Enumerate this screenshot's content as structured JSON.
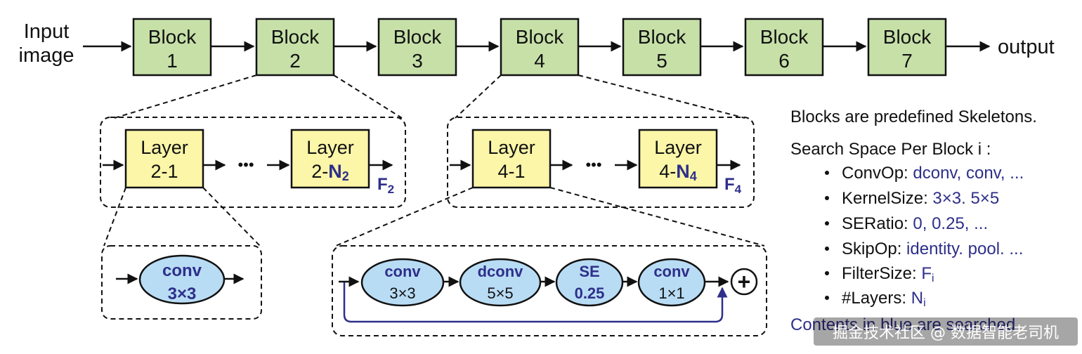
{
  "pipeline": {
    "input_line1": "Input",
    "input_line2": "image",
    "output": "output",
    "blocks": [
      {
        "label": "Block",
        "num": "1"
      },
      {
        "label": "Block",
        "num": "2"
      },
      {
        "label": "Block",
        "num": "3"
      },
      {
        "label": "Block",
        "num": "4"
      },
      {
        "label": "Block",
        "num": "5"
      },
      {
        "label": "Block",
        "num": "6"
      },
      {
        "label": "Block",
        "num": "7"
      }
    ]
  },
  "block2_detail": {
    "layer_first": {
      "label": "Layer",
      "num": "2-1"
    },
    "layer_last": {
      "label": "Layer",
      "num_prefix": "2-",
      "num_var": "N",
      "num_sub": "2"
    },
    "dots": "•••",
    "filter": "F",
    "filter_sub": "2"
  },
  "block4_detail": {
    "layer_first": {
      "label": "Layer",
      "num": "4-1"
    },
    "layer_last": {
      "label": "Layer",
      "num_prefix": "4-",
      "num_var": "N",
      "num_sub": "4"
    },
    "dots": "•••",
    "filter": "F",
    "filter_sub": "4"
  },
  "layer21_ops": [
    {
      "op": "conv",
      "param": "3×3"
    }
  ],
  "layer41_ops": [
    {
      "op": "conv",
      "param": "3×3"
    },
    {
      "op": "dconv",
      "param": "5×5"
    },
    {
      "op": "SE",
      "param": "0.25"
    },
    {
      "op": "conv",
      "param": "1×1"
    }
  ],
  "plus_symbol": "+",
  "sidebar": {
    "heading": "Blocks are predefined Skeletons.",
    "search_title": "Search Space Per Block i :",
    "items": [
      {
        "key": "ConvOp: ",
        "value": "dconv, conv, ..."
      },
      {
        "key": "KernelSize: ",
        "value": "3×3. 5×5"
      },
      {
        "key": "SERatio: ",
        "value": "0, 0.25, ..."
      },
      {
        "key": "SkipOp: ",
        "value": "identity. pool. ..."
      },
      {
        "key": "FilterSize: ",
        "value": "F",
        "value_sub": "i"
      },
      {
        "key": "#Layers: ",
        "value": "N",
        "value_sub": "i"
      }
    ],
    "footer": "Contents in blue are searched"
  },
  "watermark": "掘金技术社区 @ 数据智能老司机",
  "colors": {
    "block_fill": "#c6e0a8",
    "layer_fill": "#fbf6a8",
    "op_fill": "#b9dcf5",
    "searched_blue": "#2e2f8a"
  }
}
